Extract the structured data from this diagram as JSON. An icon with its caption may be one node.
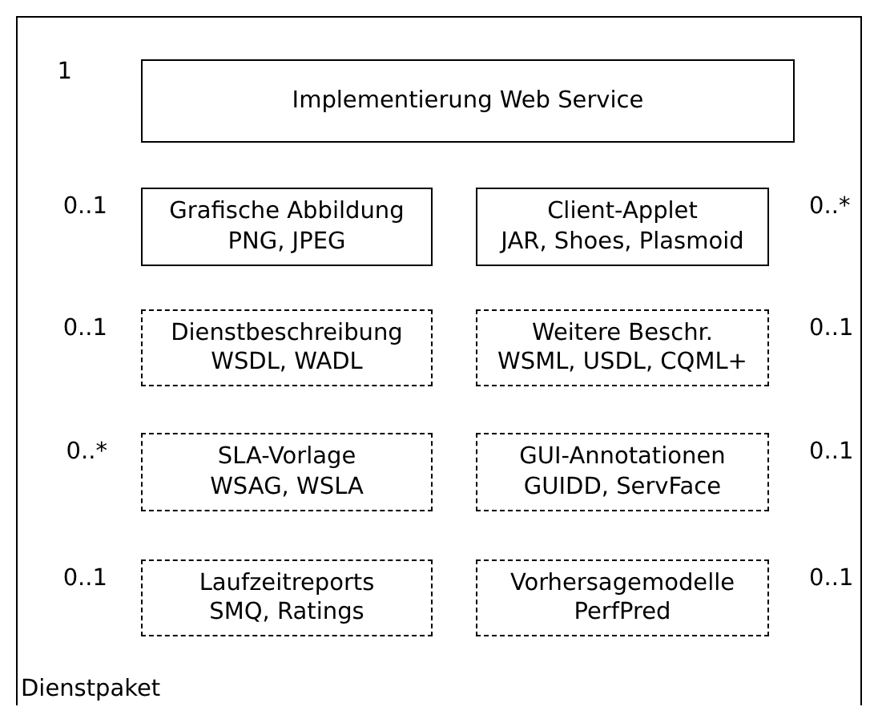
{
  "diagram": {
    "nodes": [
      {
        "text": [
          "Dienstpaket"
        ]
      },
      {
        "text": [
          "Implementierung Web Service"
        ],
        "in": 0,
        "beside": [
          "1"
        ]
      },
      {
        "text": [
          "Grafische Abbildung",
          "PNG, JPEG"
        ],
        "in": 0,
        "beside": [
          "0..1"
        ]
      },
      {
        "text": [
          "Client-Applet",
          "JAR, Shoes, Plasmoid"
        ],
        "in": 0,
        "beside": [
          "0..*"
        ]
      },
      {
        "text": [
          "Dienstbeschreibung",
          "WSDL, WADL"
        ],
        "in": 0,
        "beside": [
          "0..1"
        ]
      },
      {
        "text": [
          "Weitere Beschr.",
          "WSML, USDL, CQML+"
        ],
        "in": 0,
        "beside": [
          "0..1"
        ]
      },
      {
        "text": [
          "SLA-Vorlage",
          "WSAG, WSLA"
        ],
        "in": 0,
        "beside": [
          "0..*"
        ]
      },
      {
        "text": [
          "GUI-Annotationen",
          "GUIDD, ServFace"
        ],
        "in": 0,
        "beside": [
          "0..1"
        ]
      },
      {
        "text": [
          "Laufzeitreports",
          "SMQ, Ratings"
        ],
        "in": 0,
        "beside": [
          "0..1"
        ]
      },
      {
        "text": [
          "Vorhersagemodelle",
          "PerfPred"
        ],
        "in": 0,
        "beside": [
          "0..1"
        ]
      }
    ]
  }
}
